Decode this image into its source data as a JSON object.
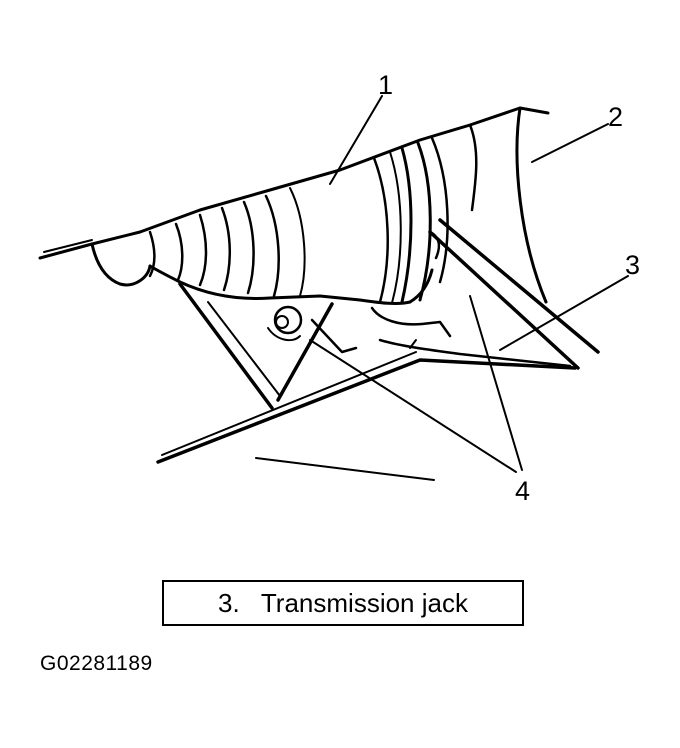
{
  "callouts": {
    "c1": "1",
    "c2": "2",
    "c3": "3",
    "c4": "4"
  },
  "caption": "3.   Transmission jack",
  "figure_code": "G02281189",
  "colors": {
    "ink": "#000000",
    "paper": "#ffffff"
  }
}
